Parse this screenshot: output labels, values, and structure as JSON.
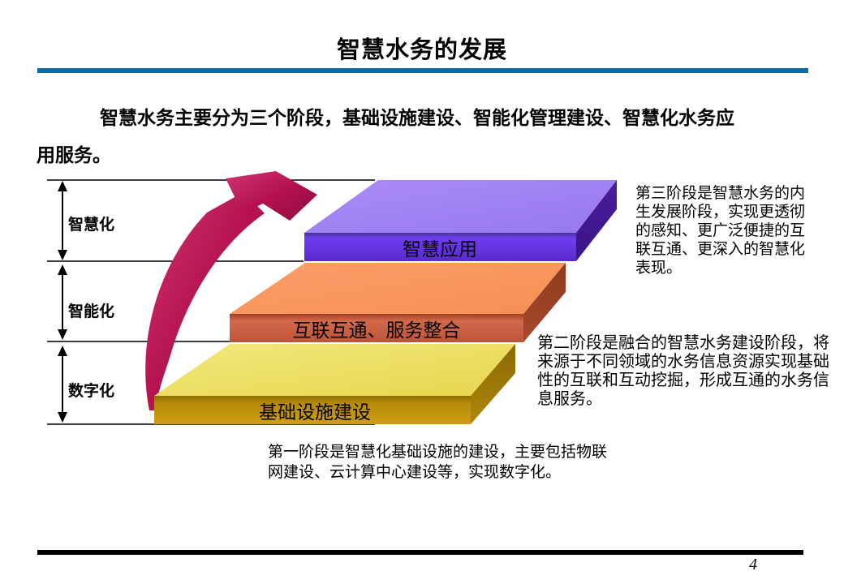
{
  "slide": {
    "title": "智慧水务的发展",
    "page_number": "4"
  },
  "intro": {
    "lines": [
      "智慧水务主要分为三个阶段，基础设施建设、智能化管理建设、智慧化水务应",
      "用服务。"
    ]
  },
  "diagram": {
    "axis_labels": [
      {
        "label": "智慧化"
      },
      {
        "label": "智能化"
      },
      {
        "label": "数字化"
      }
    ],
    "steps": [
      {
        "label": "基础设施建设",
        "top_color": "#ecdf63",
        "front_color": "#c0930d",
        "side_color": "#9c7607"
      },
      {
        "label": "互联互通、服务整合",
        "top_color": "#f99a63",
        "front_color": "#d06a48",
        "side_color": "#9e4526"
      },
      {
        "label": "智慧应用",
        "top_color": "#a081f3",
        "front_color": "#6b3ae8",
        "side_color": "#45189b"
      }
    ],
    "growth_arrow_color": "#bb1256"
  },
  "descriptions": {
    "stage3": {
      "lines": [
        "第三阶段是智慧水务的内",
        "生发展阶段，实现更透彻",
        "的感知、更广泛便捷的互",
        "联互通、更深入的智慧化",
        "表现。"
      ]
    },
    "stage2": {
      "lines": [
        "第二阶段是融合的智慧水务建设阶段，将",
        "来源于不同领域的水务信息资源实现基础",
        "性的互联和互动挖掘，形成互通的水务信",
        "息服务。"
      ]
    },
    "stage1": {
      "lines": [
        "第一阶段是智慧化基础设施的建设，主要包括物联",
        "网建设、云计算中心建设等，实现数字化。"
      ]
    }
  },
  "colors": {
    "header_rule": "#116ba1",
    "footer_rule": "#000000"
  }
}
